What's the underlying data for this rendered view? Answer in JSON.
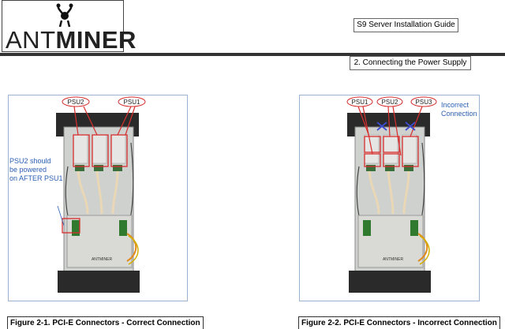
{
  "header": {
    "logo_text_left": "ANT",
    "logo_text_right": "MINER",
    "guide_title": "S9 Server Installation Guide",
    "section_title": "2.  Connecting the Power Supply"
  },
  "figure1": {
    "labels": [
      "PSU2",
      "PSU1"
    ],
    "note": [
      "PSU2 should",
      "be powered",
      "on AFTER PSU1"
    ],
    "caption": "Figure 2-1. PCI-E Connectors - Correct Connection",
    "device_brand": "ANTMINER"
  },
  "figure2": {
    "labels": [
      "PSU1",
      "PSU2",
      "PSU3"
    ],
    "note": [
      "Incorrect",
      "Connection"
    ],
    "caption": "Figure 2-2. PCI-E Connectors - Incorrect Connection",
    "device_brand": "ANTMINER"
  },
  "colors": {
    "annotation_red": "#d62e2e",
    "note_blue": "#2c5fb4",
    "frame_border": "#9bb3d0"
  }
}
